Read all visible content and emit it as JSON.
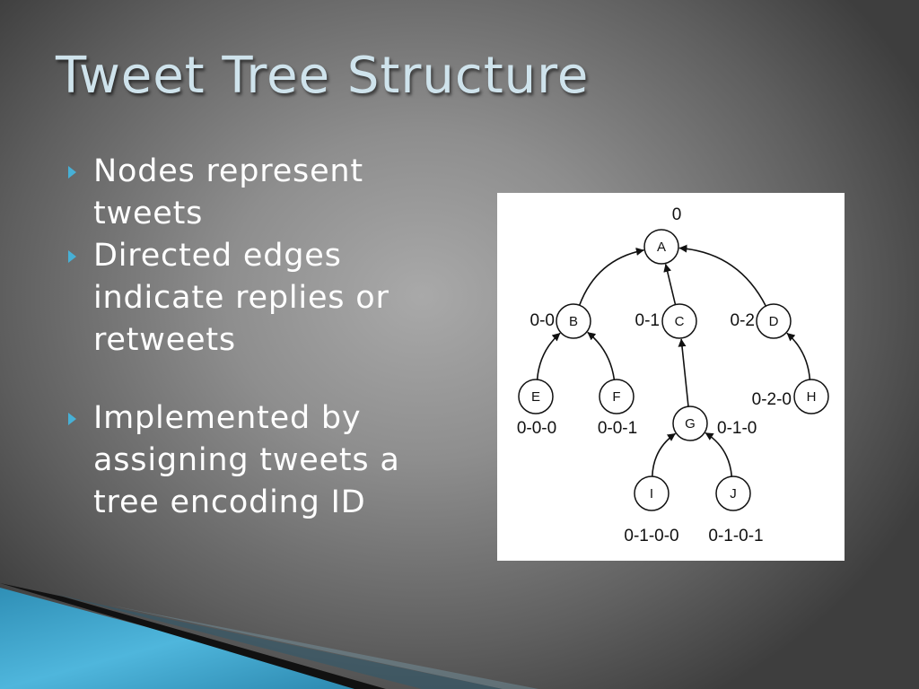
{
  "slide": {
    "title": "Tweet Tree Structure",
    "bullets": [
      {
        "text": "Nodes represent tweets"
      },
      {
        "text": "Directed edges indicate replies or retweets"
      },
      {
        "text": "Implemented by assigning tweets a tree encoding ID"
      }
    ]
  },
  "colors": {
    "title": "#cfe3ec",
    "bullet_marker": "#47b0d6",
    "corner_accent": "#3aa6cf"
  },
  "tree": {
    "nodes": [
      {
        "id": "A",
        "label": "0"
      },
      {
        "id": "B",
        "label": "0-0"
      },
      {
        "id": "C",
        "label": "0-1"
      },
      {
        "id": "D",
        "label": "0-2"
      },
      {
        "id": "E",
        "label": "0-0-0"
      },
      {
        "id": "F",
        "label": "0-0-1"
      },
      {
        "id": "G",
        "label": "0-1-0"
      },
      {
        "id": "H",
        "label": "0-2-0"
      },
      {
        "id": "I",
        "label": "0-1-0-0"
      },
      {
        "id": "J",
        "label": "0-1-0-1"
      }
    ],
    "edges": [
      {
        "from": "B",
        "to": "A"
      },
      {
        "from": "C",
        "to": "A"
      },
      {
        "from": "D",
        "to": "A"
      },
      {
        "from": "E",
        "to": "B"
      },
      {
        "from": "F",
        "to": "B"
      },
      {
        "from": "G",
        "to": "C"
      },
      {
        "from": "H",
        "to": "D"
      },
      {
        "from": "I",
        "to": "G"
      },
      {
        "from": "J",
        "to": "G"
      }
    ]
  }
}
